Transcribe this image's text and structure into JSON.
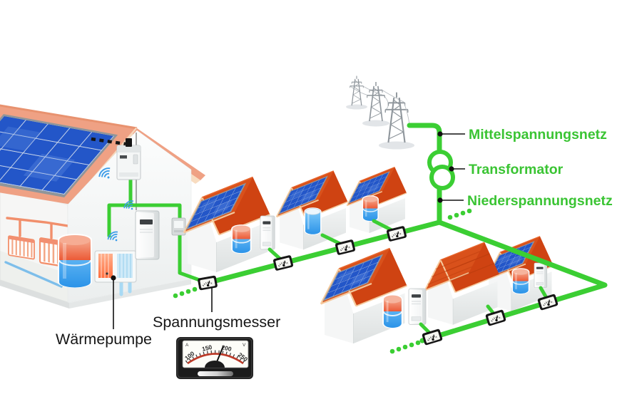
{
  "diagram": {
    "network_labels": {
      "medium_voltage": "Mittelspannungsnetz",
      "transformer": "Transformator",
      "low_voltage": "Niederspannungsnetz"
    },
    "callouts": {
      "heat_pump": "Wärmepumpe",
      "voltage_meter": "Spannungsmesser"
    },
    "voltmeter": {
      "unit_left": "A",
      "unit_right": "V",
      "scale": [
        "100",
        "150",
        "200",
        "250"
      ]
    },
    "colors": {
      "grid_green": "#3bce33",
      "label_green": "#3ac433",
      "roof_red": "#d8511c",
      "roof_salmon": "#efa184",
      "panel_blue": "#2356c8",
      "wifi_blue": "#3d9ce8",
      "tank_warm_top": "#ee6a49",
      "tank_cold_blue": "#2f9cf0"
    },
    "icons": {
      "pylons": "power-pylon-icon",
      "transformer": "transformer-circles-icon",
      "wifi": "wifi-icon",
      "small_meter": "voltage-meter-icon",
      "solar": "solar-panel",
      "warm_tank": "storage-tank-warm",
      "cold_tank": "storage-tank-cold",
      "heat_pump_unit": "heat-pump-unit",
      "battery": "battery-storage-unit",
      "inverter": "inverter-unit",
      "thermostat": "wall-thermostat",
      "radiator": "radiator"
    }
  }
}
